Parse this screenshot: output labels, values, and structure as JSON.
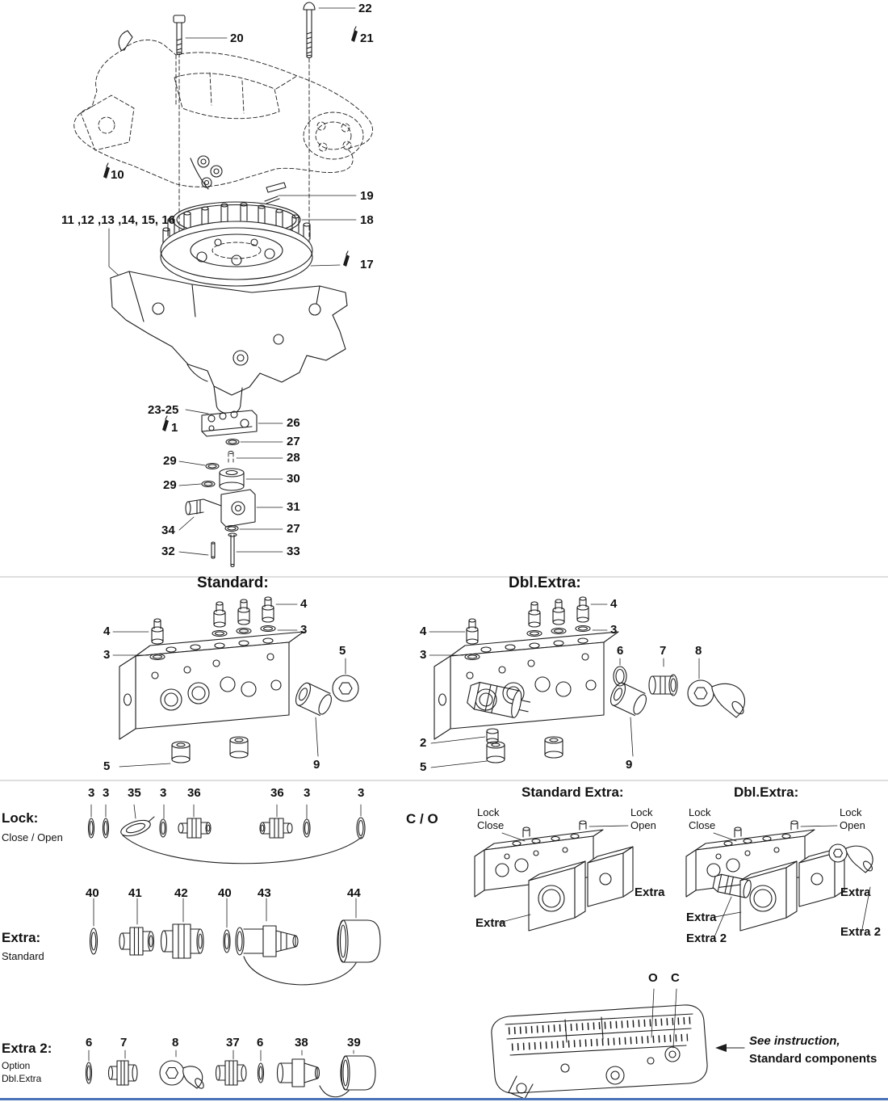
{
  "page": {
    "accent_bar": "#4a72b8"
  },
  "main": {
    "c22": "22",
    "c20": "20",
    "c21": "21",
    "c10": "10",
    "c19": "19",
    "c18": "18",
    "c11_16": "11 ,12 ,13 ,14, 15, 16",
    "c17": "17",
    "c23_25": "23-25",
    "c1": "1",
    "c26": "26",
    "c27a": "27",
    "c28": "28",
    "c29a": "29",
    "c30": "30",
    "c29b": "29",
    "c31": "31",
    "c34": "34",
    "c27b": "27",
    "c32": "32",
    "c33": "33"
  },
  "standard": {
    "title": "Standard:",
    "c4a": "4",
    "c3a": "3",
    "c4b": "4",
    "c3b": "3",
    "c5a": "5",
    "c5b": "5",
    "c9": "9"
  },
  "dblextra": {
    "title": "Dbl.Extra:",
    "c4a": "4",
    "c3a": "3",
    "c4b": "4",
    "c3b": "3",
    "c6": "6",
    "c7": "7",
    "c8": "8",
    "c2": "2",
    "c5": "5",
    "c9": "9"
  },
  "lock": {
    "label": "Lock:",
    "sublabel": "Close / Open",
    "co": "C / O",
    "c3a": "3",
    "c3b": "3",
    "c35": "35",
    "c3c": "3",
    "c36a": "36",
    "c36b": "36",
    "c3d": "3",
    "c3e": "3"
  },
  "std_extra": {
    "title": "Standard Extra:",
    "lock1": "Lock",
    "close": "Close",
    "lock2": "Lock",
    "open": "Open",
    "extra_left": "Extra",
    "extra_right": "Extra"
  },
  "dbl_assembly": {
    "title": "Dbl.Extra:",
    "lock1": "Lock",
    "close": "Close",
    "lock2": "Lock",
    "open": "Open",
    "extra_left": "Extra",
    "extra_right": "Extra",
    "extra2_left": "Extra 2",
    "extra2_right": "Extra 2"
  },
  "extra": {
    "label": "Extra:",
    "sublabel": "Standard",
    "c40a": "40",
    "c41": "41",
    "c42": "42",
    "c40b": "40",
    "c43": "43",
    "c44": "44"
  },
  "extra2": {
    "label": "Extra 2:",
    "sublabel1": "Option",
    "sublabel2": "Dbl.Extra",
    "c6a": "6",
    "c7": "7",
    "c8": "8",
    "c37": "37",
    "c6b": "6",
    "c38": "38",
    "c39": "39"
  },
  "instruction": {
    "o": "O",
    "c": "C",
    "line1": "See instruction,",
    "line2": "Standard components"
  }
}
